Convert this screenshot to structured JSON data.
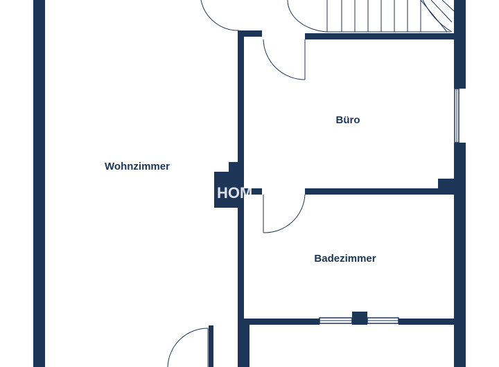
{
  "rooms": {
    "living": "Wohnzimmer",
    "office": "Büro",
    "bath": "Badezimmer"
  },
  "watermark": "HOM",
  "colors": {
    "wall": "#1d3557",
    "door_swing": "#1d3557",
    "background": "#ffffff"
  }
}
